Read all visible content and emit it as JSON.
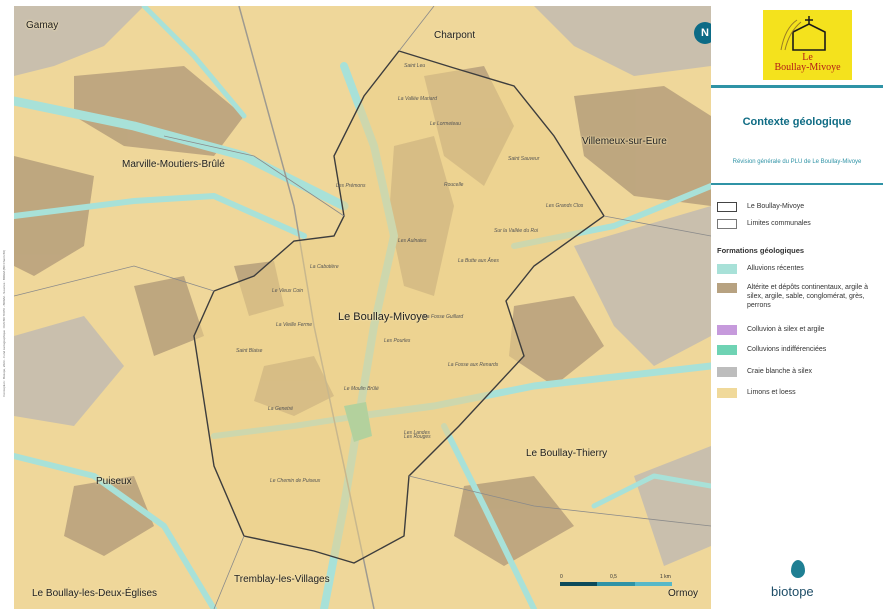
{
  "map": {
    "places": [
      {
        "name": "Gamay",
        "big": false
      },
      {
        "name": "Charpont",
        "big": false
      },
      {
        "name": "Villemeux-sur-Eure",
        "big": false
      },
      {
        "name": "Marville-Moutiers-Brûlé",
        "big": false
      },
      {
        "name": "Le Boullay-Mivoye",
        "big": true
      },
      {
        "name": "Le Boullay-Thierry",
        "big": false
      },
      {
        "name": "Puiseux",
        "big": false
      },
      {
        "name": "Tremblay-les-Villages",
        "big": false
      },
      {
        "name": "Le Boullay-les-Deux-Églises",
        "big": false
      },
      {
        "name": "Ormoy",
        "big": false
      }
    ],
    "lieux": [
      "Saint Leu",
      "La Vallée Mariard",
      "Le Lormeteau",
      "Les Prémons",
      "Saint Sauveur",
      "Roucelle",
      "Les Grands Clos",
      "Sur la Vallée du Roi",
      "Les Aulnaies",
      "La Cabotière",
      "La Butte aux Ânes",
      "Le Vieux Coin",
      "La Vieille Ferme",
      "Saint Blaise",
      "Les Pourles",
      "La Fosse aux Renards",
      "Le Moulin Brûlé",
      "Les Rouges",
      "La Fosse Guillard",
      "La Genetré",
      "Les Landes",
      "Le Chemin de Puiseux"
    ],
    "north_label": "N",
    "scale": {
      "ticks": [
        "0",
        "0,5",
        "1 km"
      ]
    },
    "credit": "Conception : Biotope, 2023 - Fond cartographique : IGN BD TOPO - BRGM - Sources : BRGM (BD Charm-50)"
  },
  "panel": {
    "logo_title": [
      "Le",
      "Boullay-Mivoye"
    ],
    "title": "Contexte géologique",
    "subtitle": "Révision générale du PLU de Le Boullay-Mivoye",
    "boundaries": [
      {
        "label": "Le Boullay-Mivoye",
        "stroke": "#444444"
      },
      {
        "label": "Limites communales",
        "stroke": "#777777"
      }
    ],
    "formations_title": "Formations géologiques",
    "formations": [
      {
        "label": "Alluvions récentes",
        "color": "#a8e1d8"
      },
      {
        "label": "Altérite et dépôts continentaux, argile à silex, argile, sable, conglomérat, grès, perrons",
        "color": "#b7a281"
      },
      {
        "label": "Colluvion à silex et argile",
        "color": "#c69adc"
      },
      {
        "label": "Colluvions indifférenciées",
        "color": "#6fd3b4"
      },
      {
        "label": "Craie blanche à silex",
        "color": "#bdbdbd"
      },
      {
        "label": "Limons et loess",
        "color": "#f0d99a"
      }
    ],
    "brand": "biotope"
  },
  "colors": {
    "accent": "#0f6c84",
    "rule": "#2f93a6"
  }
}
